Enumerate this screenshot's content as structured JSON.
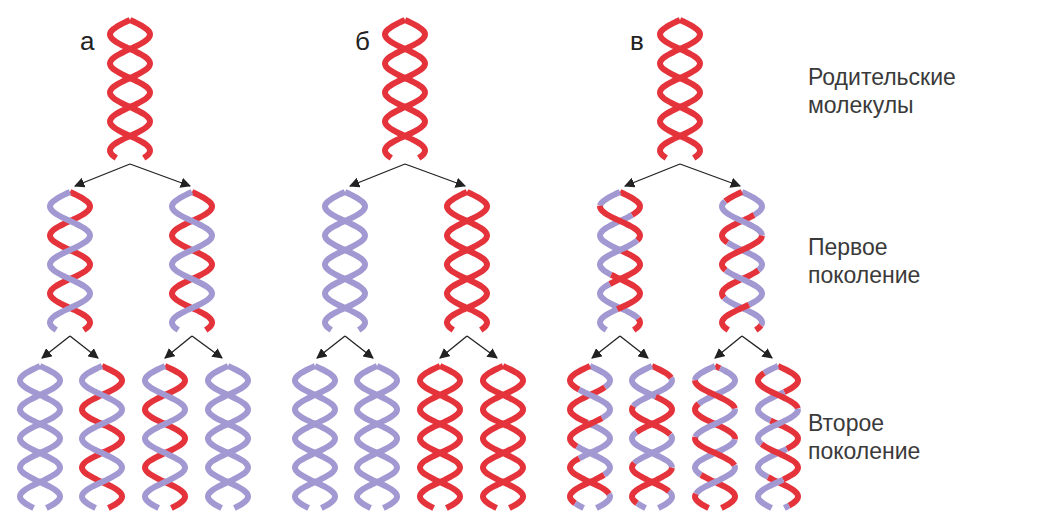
{
  "diagram": {
    "labels": [
      "а",
      "б",
      "в",
      "Родительские молекулы",
      "Первое поколение",
      "Второе поколение"
    ]
  }
}
